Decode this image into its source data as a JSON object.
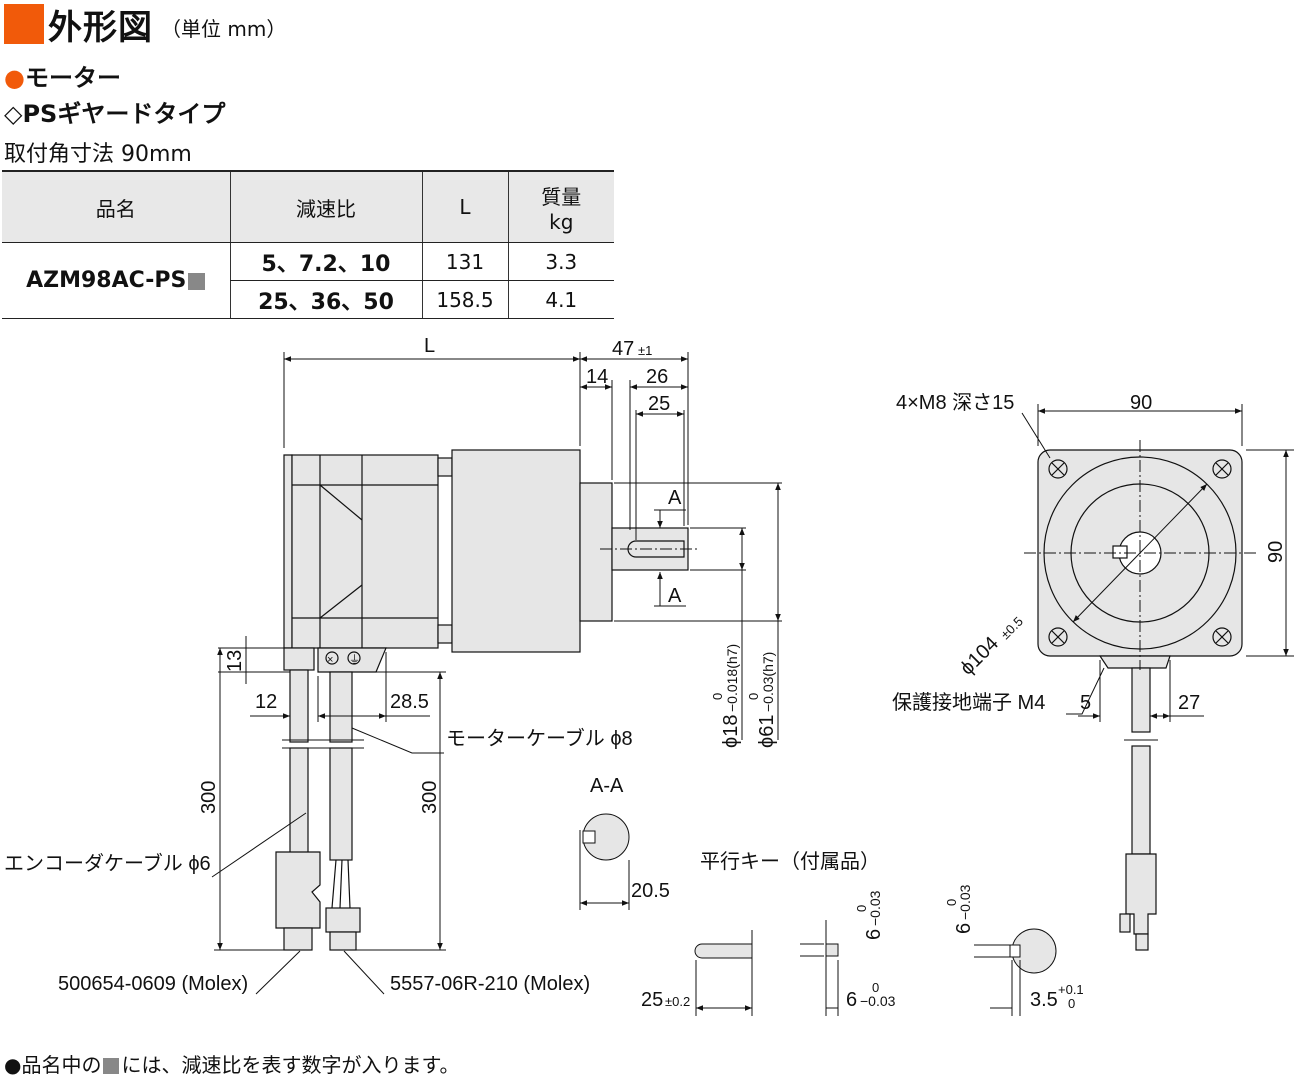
{
  "header": {
    "title": "外形図",
    "unit": "（単位 mm）",
    "motor": "モーター",
    "gear_type": "PSギヤードタイプ",
    "mount_size": "取付角寸法 90mm"
  },
  "table": {
    "headers": [
      "品名",
      "減速比",
      "L",
      "質量",
      "kg"
    ],
    "model": "AZM98AC-PS",
    "rows": [
      {
        "ratio": "5、7.2、10",
        "L": "131",
        "mass": "3.3"
      },
      {
        "ratio": "25、36、50",
        "L": "158.5",
        "mass": "4.1"
      }
    ]
  },
  "drawing": {
    "dims": {
      "L": "L",
      "d47": "47",
      "tol47": "±1",
      "d14": "14",
      "d26": "26",
      "d25": "25",
      "d13": "13",
      "d12": "12",
      "d28_5": "28.5",
      "d300a": "300",
      "d300b": "300",
      "d18": "ϕ18",
      "d18_tol": "−0.018(h7)",
      "d61": "ϕ61",
      "d61_tol": "−0.03(h7)",
      "zero": "0",
      "d90w": "90",
      "d90h": "90",
      "d104": "ϕ104",
      "tol104": "±0.5",
      "d5": "5",
      "d27": "27",
      "d20_5": "20.5",
      "key_len": "25",
      "key_len_tol": "±0.2",
      "key_w": "6",
      "key_tol": "−0.03",
      "key_h": "6",
      "d3_5": "3.5",
      "tol3_5_up": "+0.1",
      "tol3_5_lo": "0",
      "shaft_h": "6"
    },
    "labels": {
      "section_a": "A",
      "section_aa": "A-A",
      "mount_holes": "4×M8 深さ15",
      "protective_terminal": "保護接地端子 M4",
      "motor_cable": "モーターケーブル ϕ8",
      "encoder_cable": "エンコーダケーブル ϕ6",
      "connector_1": "500654-0609 (Molex)",
      "connector_2": "5557-06R-210 (Molex)",
      "parallel_key": "平行キー（付属品）"
    }
  },
  "footnote": {
    "prefix": "●品名中の",
    "suffix": "には、減速比を表す数字が入ります。"
  },
  "colors": {
    "accent": "#f15a0a",
    "body_gray": "#e6e6e6",
    "placeholder_gray": "#888888"
  }
}
